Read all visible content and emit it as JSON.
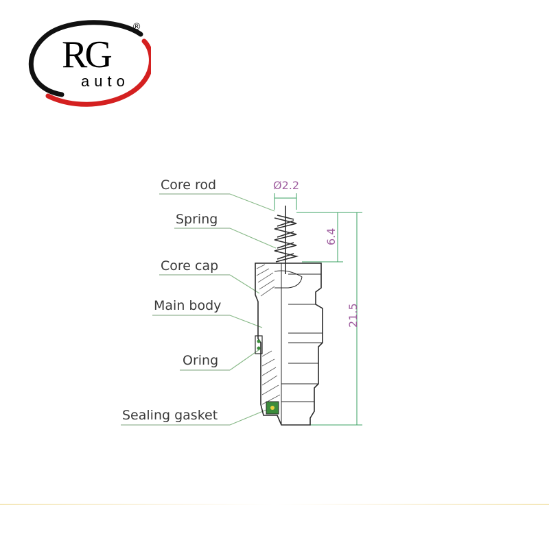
{
  "logo": {
    "letters": "RG",
    "sub": "auto",
    "registered": "®",
    "colors": {
      "ring_dark": "#111111",
      "ring_red": "#d42020"
    }
  },
  "labels": {
    "core_rod": "Core rod",
    "spring": "Spring",
    "core_cap": "Core cap",
    "main_body": "Main body",
    "oring": "Oring",
    "sealing_gasket": "Sealing gasket"
  },
  "dimensions": {
    "diameter": "Ø2.2",
    "spring_height": "6.4",
    "total_length": "21.5"
  },
  "colors": {
    "label_text": "#3a3a3a",
    "dimension_text": "#a060a0",
    "leader_line": "#86b886",
    "gasket_fill": "#3c8c3c"
  }
}
